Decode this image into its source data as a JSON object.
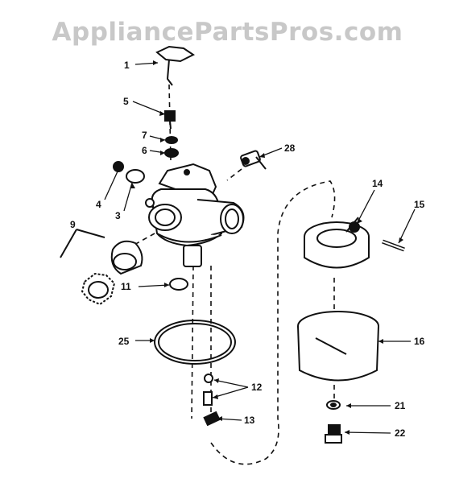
{
  "watermark": "AppliancePartsPros.com",
  "callouts": {
    "c1": "1",
    "c5": "5",
    "c7": "7",
    "c6": "6",
    "c28": "28",
    "c4": "4",
    "c3": "3",
    "c9": "9",
    "c11": "11",
    "c25": "25",
    "c14": "14",
    "c15": "15",
    "c16": "16",
    "c12": "12",
    "c13": "13",
    "c21": "21",
    "c22": "22"
  }
}
